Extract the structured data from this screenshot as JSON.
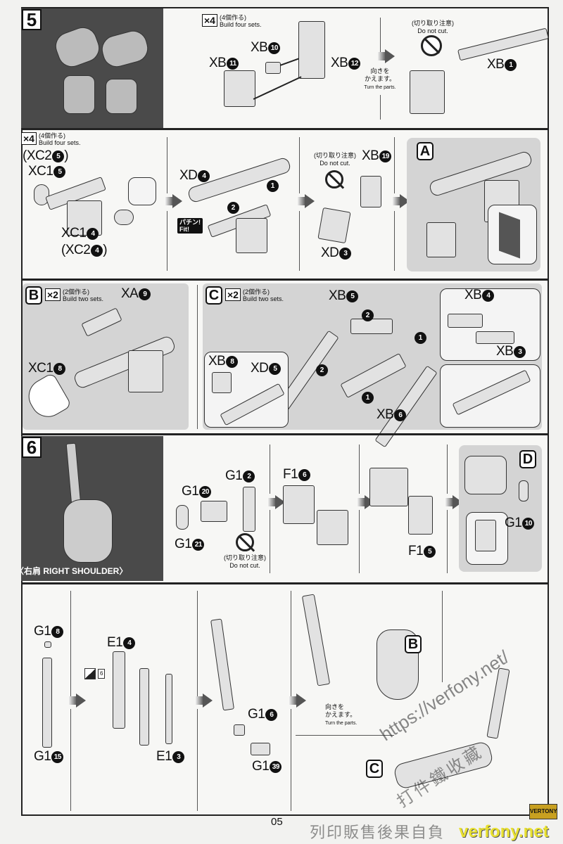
{
  "page_number": "05",
  "common": {
    "build_four_jp": "(4個作る)",
    "build_four_en": "Build four sets.",
    "build_two_jp": "(2個作る)",
    "build_two_en": "Build two sets.",
    "x4": "×4",
    "x2": "×2",
    "do_not_cut_jp": "(切り取り注意)",
    "do_not_cut_en": "Do not cut.",
    "turn_jp_1": "向きを",
    "turn_jp_2": "かえます。",
    "turn_en": "Turn the parts.",
    "fit_jp": "パチン!",
    "fit_en": "Fit!"
  },
  "steps": {
    "s5": "5",
    "s6": "6"
  },
  "subassemblies": {
    "A": "A",
    "B": "B",
    "C": "C",
    "D": "D"
  },
  "section_label": "〈右肩 RIGHT SHOULDER〉",
  "steps_order": {
    "one": "1",
    "two": "2"
  },
  "parts": {
    "xb11": [
      "XB",
      "11"
    ],
    "xb10": [
      "XB",
      "10"
    ],
    "xb12": [
      "XB",
      "12"
    ],
    "xb1": [
      "XB",
      "1"
    ],
    "xc25": [
      "(XC2",
      "5",
      ")"
    ],
    "xc15": [
      "XC1",
      "5"
    ],
    "xc14": [
      "XC1",
      "4"
    ],
    "xc24": [
      "(XC2",
      "4",
      ")"
    ],
    "xd4": [
      "XD",
      "4"
    ],
    "xb19": [
      "XB",
      "19"
    ],
    "xd3": [
      "XD",
      "3"
    ],
    "xa9": [
      "XA",
      "9"
    ],
    "xc18": [
      "XC1",
      "8"
    ],
    "xb5": [
      "XB",
      "5"
    ],
    "xb4": [
      "XB",
      "4"
    ],
    "xb3": [
      "XB",
      "3"
    ],
    "xb8": [
      "XB",
      "8"
    ],
    "xd5": [
      "XD",
      "5"
    ],
    "xb6": [
      "XB",
      "6"
    ],
    "g12": [
      "G1",
      "2"
    ],
    "g120": [
      "G1",
      "20"
    ],
    "g121": [
      "G1",
      "21"
    ],
    "f16": [
      "F1",
      "6"
    ],
    "f15": [
      "F1",
      "5"
    ],
    "g110": [
      "G1",
      "10"
    ],
    "g18": [
      "G1",
      "8"
    ],
    "g115": [
      "G1",
      "15"
    ],
    "e14": [
      "E1",
      "4"
    ],
    "e13": [
      "E1",
      "3"
    ],
    "g16": [
      "G1",
      "6"
    ],
    "g139": [
      "G1",
      "39"
    ]
  },
  "sticker_ref": "6",
  "watermark": {
    "url": "https://verfony.net/",
    "logo": "verfony.net",
    "badge": "VERTONY",
    "cn_1": "打件鐵收藏",
    "cn_2": "列印販售後果自負"
  }
}
